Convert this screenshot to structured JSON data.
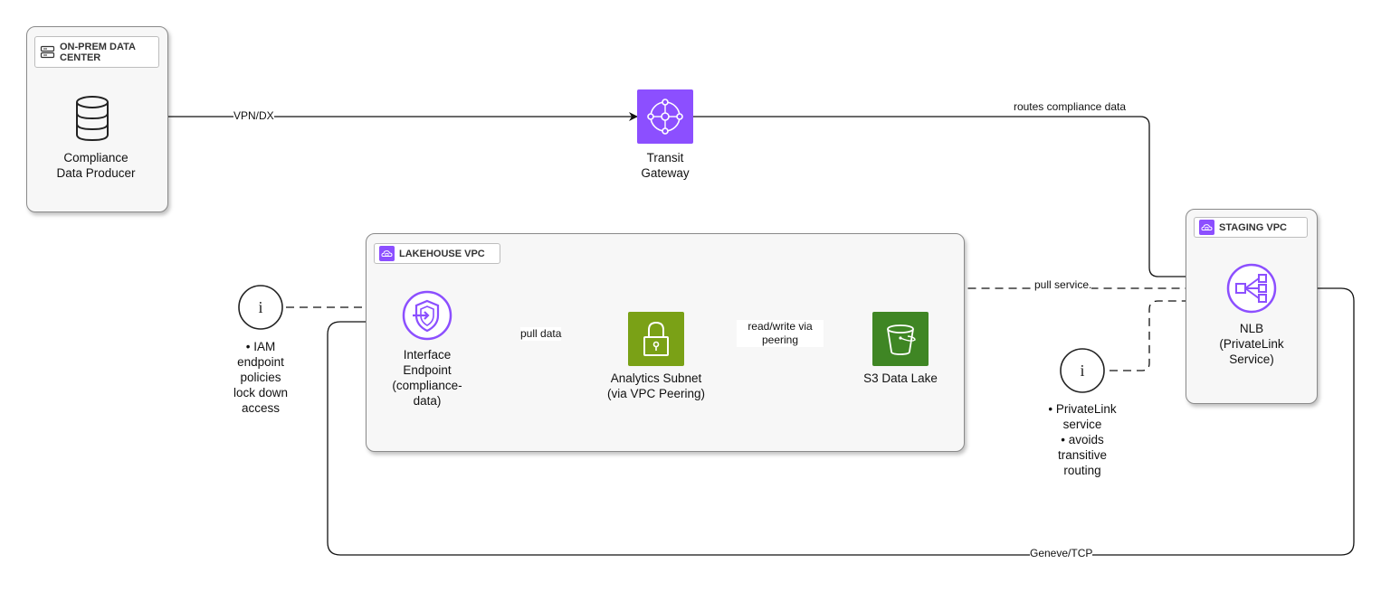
{
  "groups": {
    "onprem": {
      "title": "ON-PREM DATA CENTER",
      "icon": "server-rack-icon"
    },
    "lakehouse": {
      "title": "LAKEHOUSE VPC",
      "icon": "vpc-cloud-icon"
    },
    "staging": {
      "title": "STAGING VPC",
      "icon": "vpc-cloud-icon"
    }
  },
  "nodes": {
    "producer": {
      "label": "Compliance Data Producer",
      "icon": "database-icon"
    },
    "tgw": {
      "label": "Transit Gateway",
      "icon": "transit-gateway-icon",
      "color": "#8c4fff"
    },
    "endpoint": {
      "label": "Interface Endpoint (compliance-data)",
      "icon": "endpoint-shield-icon"
    },
    "subnet": {
      "label": "Analytics Subnet (via VPC Peering)",
      "icon": "lock-icon",
      "color": "#7aa116"
    },
    "s3": {
      "label": "S3 Data Lake",
      "icon": "bucket-icon",
      "color": "#3f8624"
    },
    "nlb": {
      "label": "NLB (PrivateLink Service)",
      "icon": "load-balancer-icon"
    }
  },
  "edges": {
    "vpn": "VPN/DX",
    "routes": "routes compliance data",
    "pull_service": "pull service.",
    "pull_data": "pull data",
    "readwrite": "read/write via peering",
    "geneve": "Geneve/TCP"
  },
  "notes": {
    "iam": {
      "glyph": "i",
      "lines": [
        "• IAM",
        "endpoint",
        "policies",
        "lock down",
        "access"
      ]
    },
    "privatelink": {
      "glyph": "i",
      "lines": [
        "• PrivateLink",
        "service",
        "• avoids",
        "transitive",
        "routing"
      ]
    }
  },
  "colors": {
    "purple": "#8c4fff",
    "green_subnet": "#7aa116",
    "green_s3": "#3f8624",
    "line": "#111111"
  }
}
